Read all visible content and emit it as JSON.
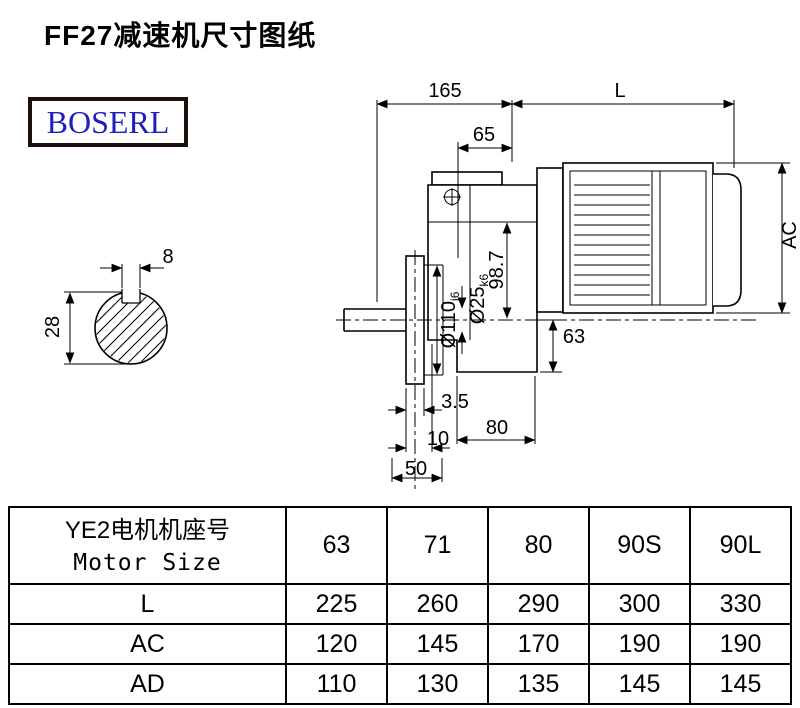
{
  "page": {
    "title": "FF27减速机尺寸图纸",
    "brand": "BOSERL"
  },
  "drawing": {
    "dims": {
      "top_width": "165",
      "motor_length": "L",
      "bolt_span": "65",
      "motor_height": "AC",
      "center_height": "98.7",
      "flange_spigot": {
        "value": "Ø110",
        "fit": "j6"
      },
      "shaft_dia": {
        "value": "Ø25",
        "fit": "k6"
      },
      "foot_height": "63",
      "flange_thickness": "3.5",
      "spigot_depth": "10",
      "shaft_length": "50",
      "housing_width": "80",
      "key_width": "8",
      "shaft_dia_section": "28"
    }
  },
  "table": {
    "header": {
      "label_cn": "YE2电机机座号",
      "label_en": "Motor Size",
      "sizes": [
        "63",
        "71",
        "80",
        "90S",
        "90L"
      ]
    },
    "rows": [
      {
        "label": "L",
        "values": [
          "225",
          "260",
          "290",
          "300",
          "330"
        ]
      },
      {
        "label": "AC",
        "values": [
          "120",
          "145",
          "170",
          "190",
          "190"
        ]
      },
      {
        "label": "AD",
        "values": [
          "110",
          "130",
          "135",
          "145",
          "145"
        ]
      }
    ]
  }
}
